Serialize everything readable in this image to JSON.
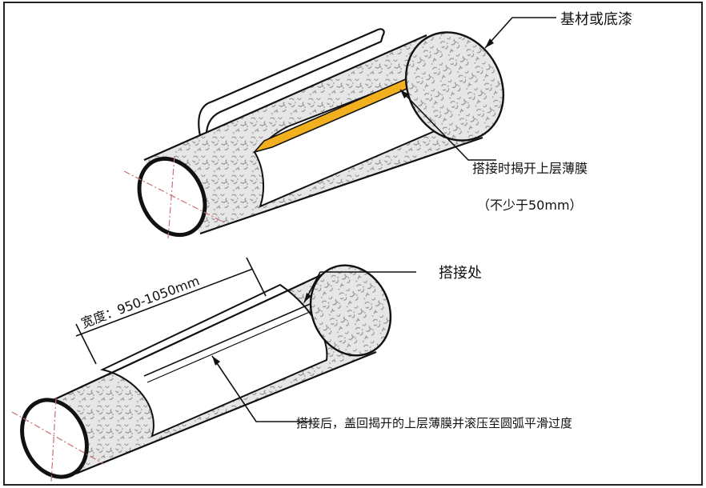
{
  "labels": {
    "substrate": "基材或底漆",
    "peel_film": "搭接时揭开上层薄膜",
    "peel_min": "（不少于50mm）",
    "width": "宽度：950-1050mm",
    "overlap": "搭接处",
    "after_overlap": "搭接后，盖回揭开的上层薄膜并滚压至圆弧平滑过度"
  },
  "colors": {
    "outline": "#111111",
    "centerline": "#c87070",
    "film_strip": "#f2b01e",
    "background": "#ffffff"
  }
}
